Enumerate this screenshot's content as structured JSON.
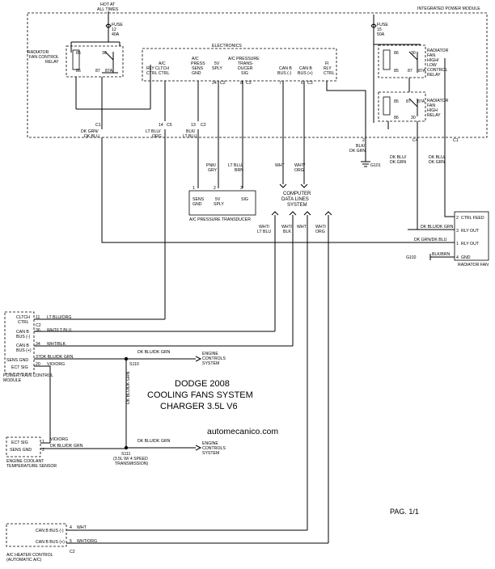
{
  "modules": {
    "ipm_title": "INTEGRATED POWER MODULE",
    "hot_at": "HOT AT",
    "all_times": "ALL TIMES",
    "electronics": "ELECTRONICS",
    "ecm_label_1": "POWERTRAIN CONTROL",
    "ecm_label_2": "MODULE",
    "fan_module": "RADIATOR FAN",
    "pressure_transducer": "A/C PRESSURE TRANSDUCER",
    "data_lines_1": "COMPUTER",
    "data_lines_2": "DATA LINES",
    "data_lines_3": "SYSTEM",
    "ect_label_1": "ENGINE COOLANT",
    "ect_label_2": "TEMPERATURE SENSOR",
    "hvac_label_1": "A/C HEATER CONTROL",
    "hvac_label_2": "(AUTOMATIC A/C)"
  },
  "fuses": {
    "fuse12": [
      "FUSE",
      "12",
      "40A"
    ],
    "fuse15": [
      "FUSE",
      "15",
      "50A"
    ]
  },
  "relays": {
    "fan_control": [
      "RADIATOR",
      "FAN CONTROL",
      "RELAY"
    ],
    "high_low": [
      "RADIATOR",
      "FAN",
      "HIGH/",
      "LOW",
      "CONTROL",
      "RELAY"
    ],
    "high": [
      "RADIATOR",
      "FAN",
      "HIGH",
      "RELAY"
    ]
  },
  "relay_pins": [
    "85",
    "30",
    "86",
    "87",
    "87A",
    "86",
    "30",
    "87A",
    "85",
    "87",
    "86",
    "85",
    "87A",
    "87",
    "30",
    "86",
    "85"
  ],
  "electronics_pins": [
    {
      "label": [
        "A/C",
        "RLY CLTCH",
        "CTRL CTRL"
      ],
      "pin": "14"
    },
    {
      "label": [
        "A/C",
        "PRESS",
        "SENS",
        "GND"
      ],
      "pin": "13"
    },
    {
      "label": [
        "5V",
        "SPLY"
      ],
      "pin": "24"
    },
    {
      "label": [
        "A/C PRESSURE",
        "TRANS-",
        "DUCER",
        "SIG"
      ],
      "pin": "8"
    },
    {
      "label": [
        "CAN B",
        "BUS (-)"
      ],
      "pin": "7"
    },
    {
      "label": [
        "CAN B",
        "BUS (+)"
      ],
      "pin": "6"
    },
    {
      "label": [
        "FI",
        "RLY",
        "CTRL"
      ],
      "pin": ""
    }
  ],
  "connector_labels": [
    "C1",
    "C5",
    "C2",
    "C2",
    "C3",
    "C3",
    "C2",
    "C4",
    "C1",
    "C1",
    "C2",
    "C2",
    "C1",
    "C2"
  ],
  "wires": {
    "w_dkgrn_dkblu": [
      "DK GRN/",
      "DK BLU"
    ],
    "w_ltblu_org": [
      "LT BLU/",
      "ORG"
    ],
    "w_blk_ltblu": [
      "BLK/",
      "LT BLU"
    ],
    "w_pnk_gry": [
      "PNK/",
      "GRY"
    ],
    "w_ltblu_brn": [
      "LT BLU/",
      "BRN"
    ],
    "w_wht": [
      "WHT"
    ],
    "w_wht_org": [
      "WHT/",
      "ORG"
    ],
    "w_blk_dkgrn": [
      "BLK/",
      "DK GRN"
    ],
    "w_dkblu_dkgrn": [
      "DK BLU/",
      "DK GRN"
    ],
    "w_dkblu_dkgrn_2": [
      "DK BLU/",
      "DK GRN"
    ],
    "w_wht_ltblu": [
      "WHT/",
      "LT BLU"
    ],
    "w_wht_blk": [
      "WHT/",
      "BLK"
    ],
    "w_wht2": [
      "WHT"
    ],
    "w_wht_org_2": [
      "WHT/",
      "ORG"
    ]
  },
  "transducer_pins": [
    {
      "label": [
        "SENS",
        "GND"
      ],
      "pin": "1"
    },
    {
      "label": [
        "5V",
        "SPLY"
      ],
      "pin": "2"
    },
    {
      "label": [
        "SIG"
      ],
      "pin": "3"
    }
  ],
  "fan_pins": [
    {
      "label": "CTRL FEED",
      "pin": "2"
    },
    {
      "label": "RLY OUT",
      "pin": "3"
    },
    {
      "label": "RLY OUT",
      "pin": "1"
    },
    {
      "label": "GND",
      "pin": "4"
    }
  ],
  "fan_wires": [
    "DK BLU/DK GRN",
    "DK GRN/DK BLU",
    "BLK/BRN"
  ],
  "grounds": [
    "G101",
    "G102"
  ],
  "ecm_pins": [
    {
      "label": [
        "CLTCH",
        "CTRL"
      ],
      "pin": "11",
      "wire": "LT BLU/ORG"
    },
    {
      "label": [
        "CAN B",
        "BUS (-)"
      ],
      "pin": "36",
      "wire": "WHT/LT BLU"
    },
    {
      "label": [
        "CAN B",
        "BUS (+)"
      ],
      "pin": "34",
      "wire": "WHT/BLK"
    },
    {
      "label": [
        "SENS GND"
      ],
      "pin": "37",
      "wire": "DK BLU/DK GRN"
    },
    {
      "label": [
        "ECT SIG"
      ],
      "pin": "20",
      "wire": "VIO/ORG"
    }
  ],
  "splices": {
    "s110": "S110",
    "s111": "S111",
    "s111_note_1": "(3.5L W/ 4 SPEED",
    "s111_note_2": "TRANSMISSION)",
    "splice_wire": "DK BLU/DK GRN",
    "to_other": [
      "ENGINE",
      "CONTROLS",
      "SYSTEM"
    ]
  },
  "ect_pins": [
    {
      "label": "ECT SIG",
      "pin": "1",
      "wire": "VIO/ORG"
    },
    {
      "label": "SENS GND",
      "pin": "2",
      "wire": "DK BLU/DK GRN"
    }
  ],
  "hvac_pins": [
    {
      "label": "CAN B BUS (-)",
      "pin": "4",
      "wire": "WHT"
    },
    {
      "label": "CAN B BUS (+)",
      "pin": "5",
      "wire": "WHT/ORG"
    }
  ],
  "title": {
    "line1": "DODGE 2008",
    "line2": "COOLING FANS SYSTEM",
    "line3": "CHARGER 3.5L V6"
  },
  "website": "automecanico.com",
  "page_label": "PAG. 1/1"
}
